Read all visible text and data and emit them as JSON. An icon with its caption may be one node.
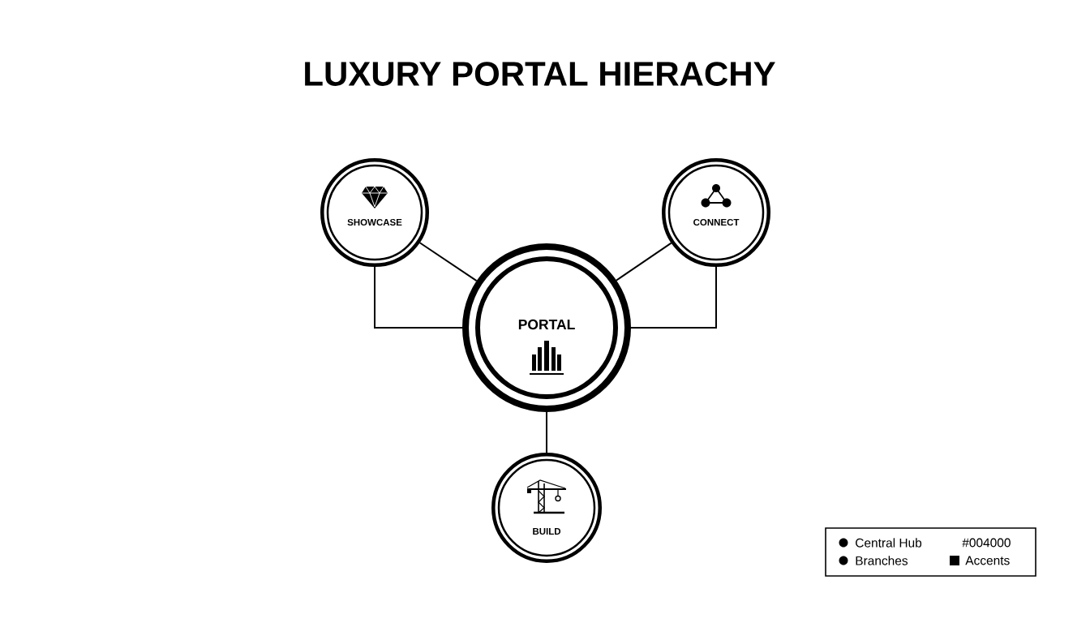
{
  "diagram": {
    "title": "LUXURY PORTAL HIERACHY",
    "nodes": [
      {
        "text": [
          "PORTAL"
        ]
      },
      {
        "text": [
          "SHOWCASE"
        ]
      },
      {
        "text": [
          "CONNECT"
        ]
      },
      {
        "text": [
          "BUILD"
        ]
      }
    ],
    "edges": [
      {
        "from": 1,
        "to": 0,
        "arrow": "none"
      },
      {
        "from": 1,
        "to": 0,
        "arrow": "none"
      },
      {
        "from": 2,
        "to": 0,
        "arrow": "none"
      },
      {
        "from": 2,
        "to": 0,
        "arrow": "none"
      },
      {
        "from": 0,
        "to": 3,
        "arrow": "none"
      }
    ],
    "labels": [
      "#004000"
    ],
    "legend": [
      {
        "text": "Central Hub",
        "color": "#000000"
      },
      {
        "text": "Branches",
        "color": "#000000"
      },
      {
        "text": "Accents",
        "color": "#000000"
      }
    ]
  }
}
